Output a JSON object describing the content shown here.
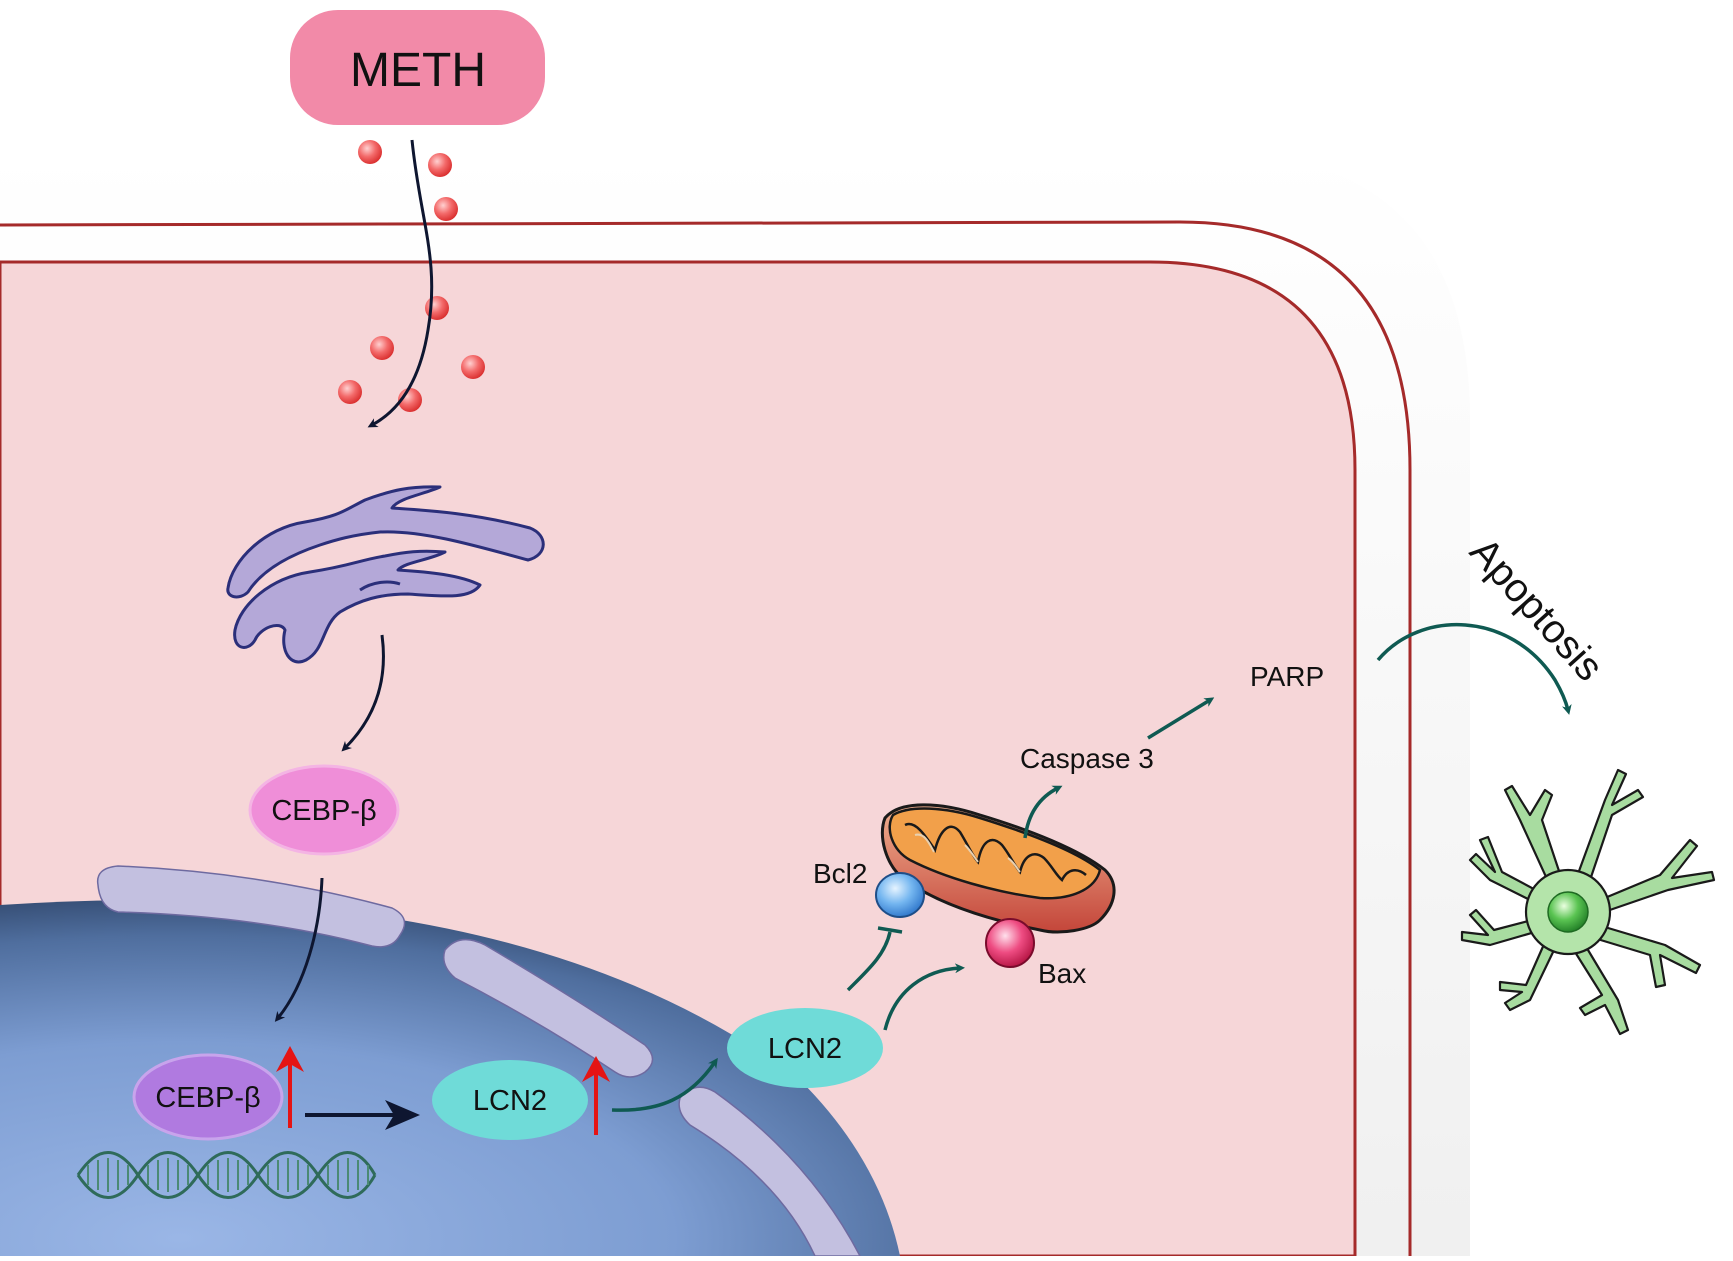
{
  "labels": {
    "meth": "METH",
    "cebpb_cytoplasm": "CEBP-β",
    "cebpb_nucleus": "CEBP-β",
    "lcn2_nucleus": "LCN2",
    "lcn2_cytoplasm": "LCN2",
    "bcl2": "Bcl2",
    "bax": "Bax",
    "caspase3": "Caspase 3",
    "parp": "PARP",
    "apoptosis": "Apoptosis"
  },
  "colors": {
    "meth_box": "#f28aa8",
    "cytoplasm": "#f6d6d8",
    "membrane": "#a52a2a",
    "nucleus": "#7f9fd3",
    "nuclear_envelope": "#c3c0e0",
    "er": "#b4a8d8",
    "er_outline": "#2b2f7a",
    "cebpb_cyto": "#ef8ed8",
    "cebpb_nucleus": "#b07ae0",
    "lcn2": "#6fdbd8",
    "pathway_arrow": "#0f5a52",
    "upregulation_arrow": "#e51414",
    "particle": "#f04848",
    "astrocyte": "#a8dca0"
  },
  "icons": {
    "methamphetamine_particles": "red-sphere",
    "endoplasmic_reticulum": "er-stack",
    "dna": "double-helix",
    "mitochondrion": "mitochondrion",
    "astrocyte": "astrocyte-cell"
  }
}
